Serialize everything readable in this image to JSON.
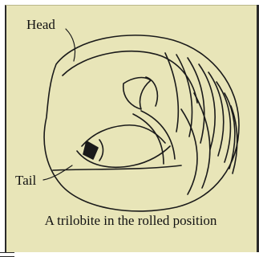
{
  "diagram": {
    "labels": {
      "head": "Head",
      "tail": "Tail"
    },
    "caption": "A trilobite in the rolled position"
  },
  "colors": {
    "background": "#e8e5b8",
    "ink": "#111111"
  }
}
